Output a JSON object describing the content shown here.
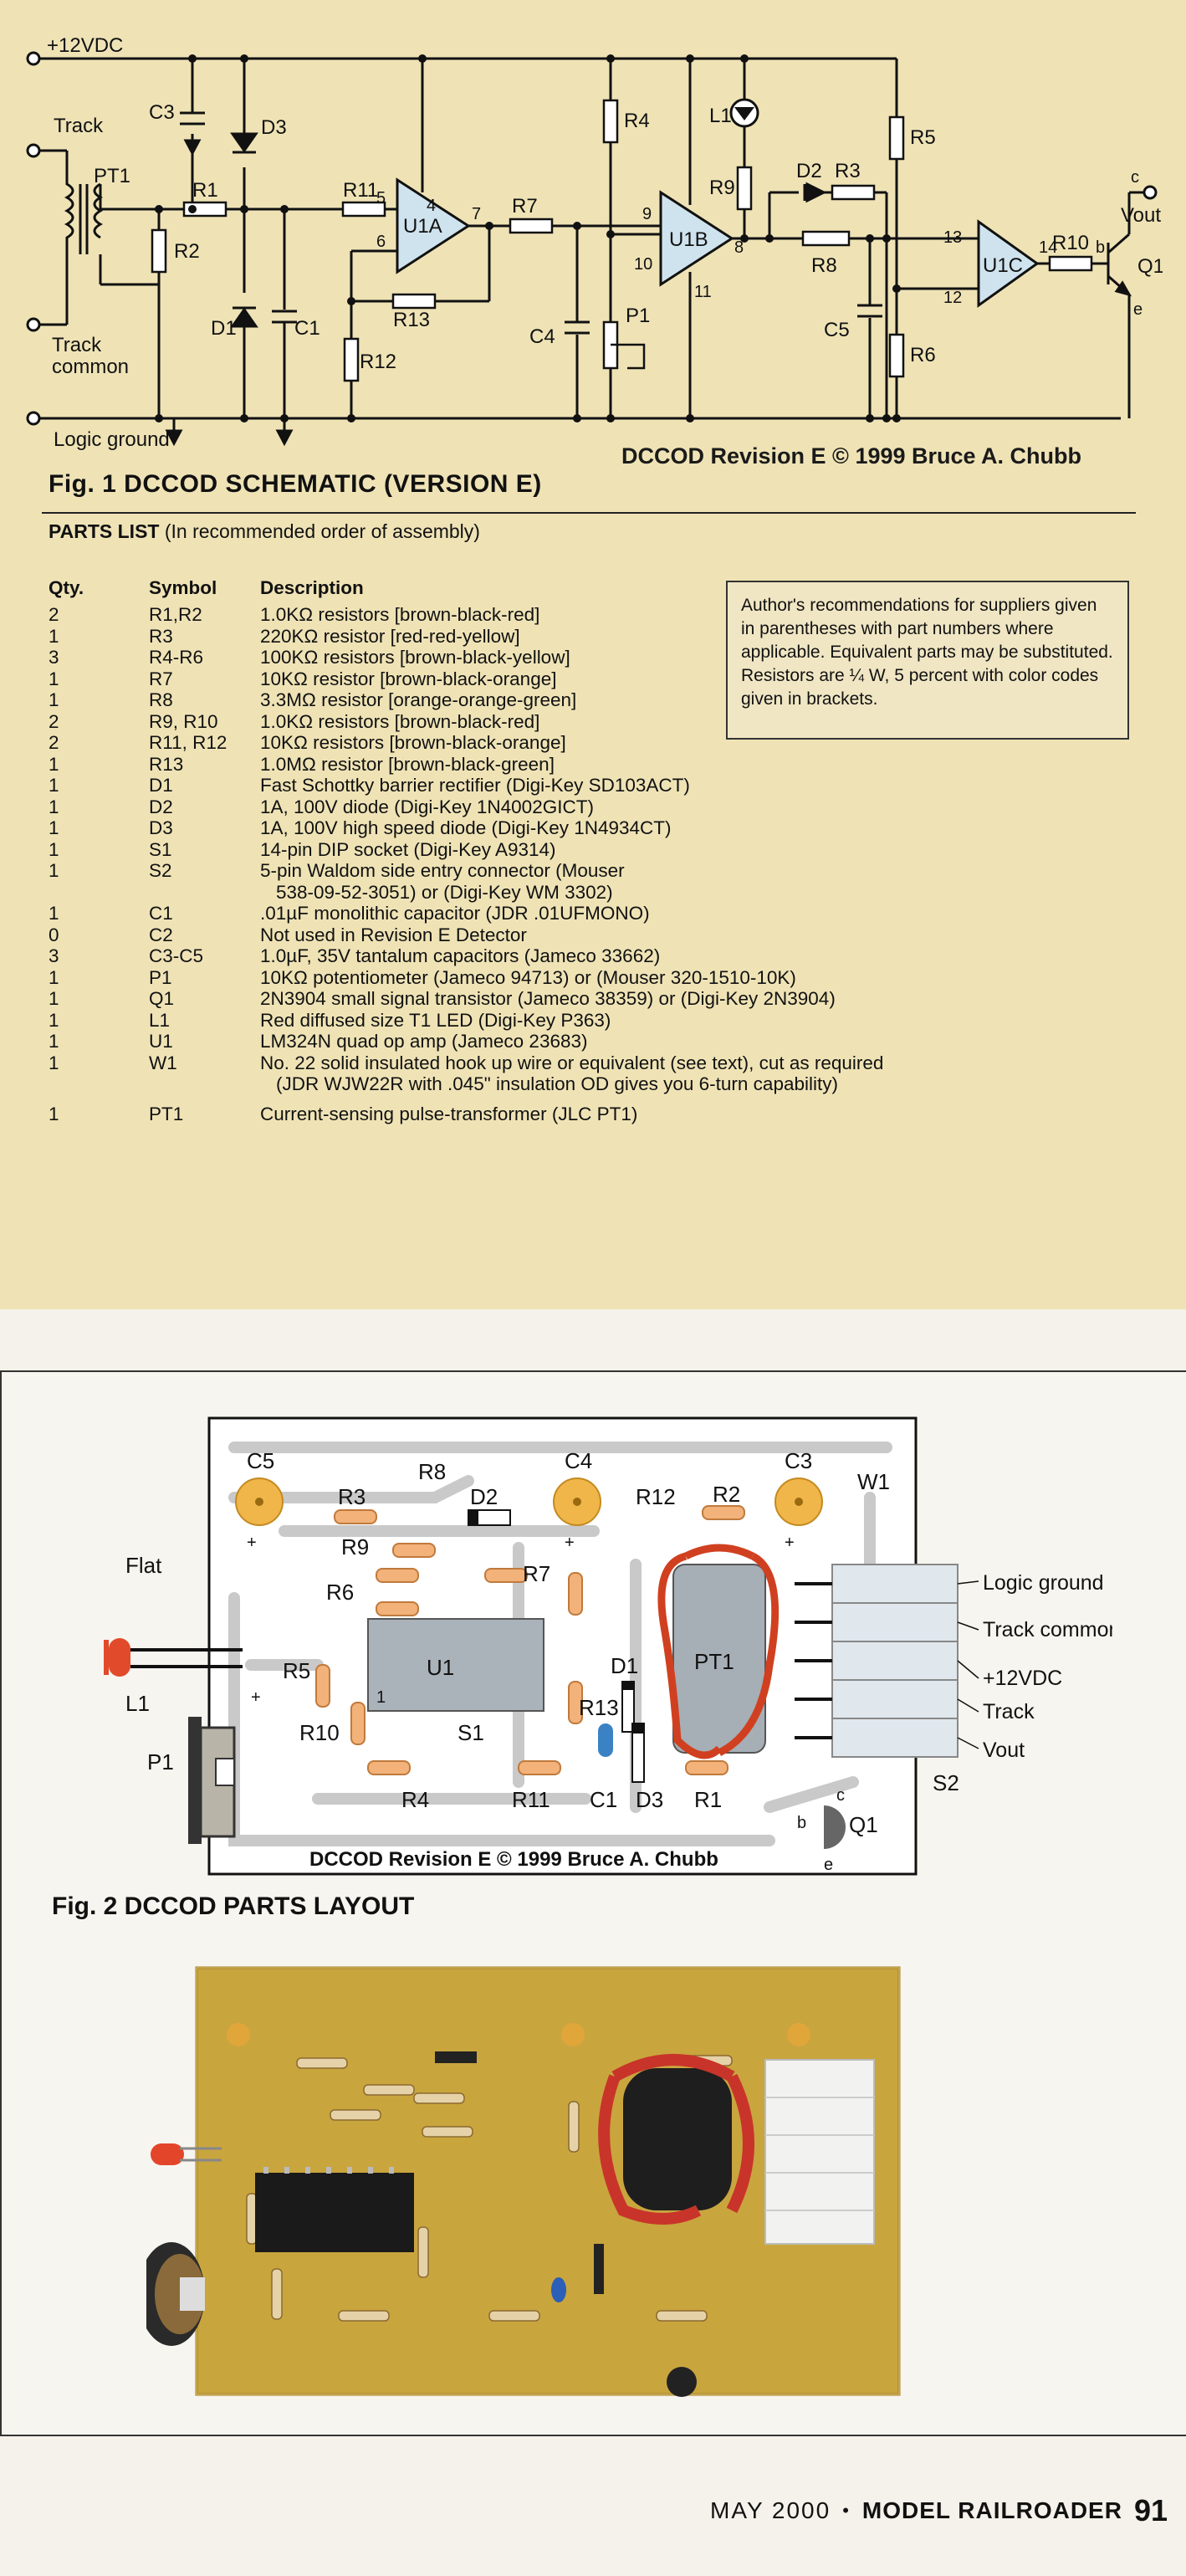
{
  "schematic": {
    "title": "Fig. 1 DCCOD SCHEMATIC (VERSION E)",
    "credit": "DCCOD   Revision E © 1999 Bruce A. Chubb",
    "labels": {
      "v12": "+12VDC",
      "track": "Track",
      "track_common": "Track",
      "track_common2": "common",
      "logic_ground": "Logic ground",
      "vout": "Vout",
      "pt1": "PT1",
      "r1": "R1",
      "r2": "R2",
      "c3": "C3",
      "d3": "D3",
      "d1": "D1",
      "c1": "C1",
      "r11": "R11",
      "u1a": "U1A",
      "r13": "R13",
      "r12": "R12",
      "r7": "R7",
      "c4": "C4",
      "r4": "R4",
      "p1": "P1",
      "u1b": "U1B",
      "l1": "L1",
      "r9": "R9",
      "d2": "D2",
      "r3": "R3",
      "r8": "R8",
      "c5": "C5",
      "r5": "R5",
      "r6": "R6",
      "u1c": "U1C",
      "r10": "R10",
      "q1": "Q1",
      "pin5": "5",
      "pin6": "6",
      "pin4": "4",
      "pin7": "7",
      "pin9": "9",
      "pin10": "10",
      "pin8": "8",
      "pin11": "11",
      "pin13": "13",
      "pin12": "12",
      "pin14": "14",
      "c": "c",
      "b": "b",
      "e": "e",
      "plus": "+",
      "minus": "−"
    }
  },
  "parts_list": {
    "heading_bold": "PARTS LIST",
    "heading_rest": " (In recommended order of assembly)",
    "columns": {
      "qty": "Qty.",
      "symbol": "Symbol",
      "description": "Description"
    },
    "rows": [
      {
        "qty": "2",
        "symbol": "R1,R2",
        "desc": "1.0KΩ resistors [brown-black-red]"
      },
      {
        "qty": "1",
        "symbol": "R3",
        "desc": "220KΩ resistor [red-red-yellow]"
      },
      {
        "qty": "3",
        "symbol": "R4-R6",
        "desc": "100KΩ resistors [brown-black-yellow]"
      },
      {
        "qty": "1",
        "symbol": "R7",
        "desc": "10KΩ resistor [brown-black-orange]"
      },
      {
        "qty": "1",
        "symbol": "R8",
        "desc": "3.3MΩ resistor [orange-orange-green]"
      },
      {
        "qty": "2",
        "symbol": "R9, R10",
        "desc": "1.0KΩ resistors [brown-black-red]"
      },
      {
        "qty": "2",
        "symbol": "R11, R12",
        "desc": "10KΩ resistors [brown-black-orange]"
      },
      {
        "qty": "1",
        "symbol": "R13",
        "desc": "1.0MΩ resistor [brown-black-green]"
      },
      {
        "qty": "1",
        "symbol": "D1",
        "desc": "Fast Schottky barrier rectifier (Digi-Key SD103ACT)"
      },
      {
        "qty": "1",
        "symbol": "D2",
        "desc": "1A, 100V diode (Digi-Key 1N4002GICT)"
      },
      {
        "qty": "1",
        "symbol": "D3",
        "desc": "1A, 100V high speed diode (Digi-Key 1N4934CT)"
      },
      {
        "qty": "1",
        "symbol": "S1",
        "desc": "14-pin DIP socket (Digi-Key A9314)"
      },
      {
        "qty": "1",
        "symbol": "S2",
        "desc": "5-pin Waldom side entry connector (Mouser",
        "cont": "538-09-52-3051) or (Digi-Key WM 3302)"
      },
      {
        "qty": "1",
        "symbol": "C1",
        "desc": ".01µF monolithic capacitor (JDR .01UFMONO)"
      },
      {
        "qty": "0",
        "symbol": "C2",
        "desc": "Not used in Revision E Detector"
      },
      {
        "qty": "3",
        "symbol": "C3-C5",
        "desc": "1.0µF, 35V tantalum capacitors (Jameco 33662)"
      },
      {
        "qty": "1",
        "symbol": "P1",
        "desc": "10KΩ potentiometer (Jameco 94713) or (Mouser 320-1510-10K)"
      },
      {
        "qty": "1",
        "symbol": "Q1",
        "desc": "2N3904 small signal transistor (Jameco 38359) or (Digi-Key 2N3904)"
      },
      {
        "qty": "1",
        "symbol": "L1",
        "desc": "Red diffused size T1 LED (Digi-Key P363)"
      },
      {
        "qty": "1",
        "symbol": "U1",
        "desc": "LM324N quad op amp (Jameco 23683)"
      },
      {
        "qty": "1",
        "symbol": "W1",
        "desc": "No. 22 solid insulated hook up wire or equivalent (see text), cut as required",
        "cont": "(JDR WJW22R with .045\" insulation OD gives you 6-turn capability)"
      },
      {
        "qty": "1",
        "symbol": "PT1",
        "desc": "Current-sensing pulse-transformer (JLC PT1)",
        "gap": true
      }
    ],
    "note": "Author's recommendations for suppliers given in parentheses with part numbers where applicable. Equivalent parts may be substituted. Resistors are ¼ W, 5 percent with color codes given in brackets."
  },
  "layout": {
    "title": "Fig. 2 DCCOD PARTS LAYOUT",
    "credit": "DCCOD Revision E © 1999 Bruce A. Chubb",
    "labels": {
      "c5": "C5",
      "c4": "C4",
      "c3": "C3",
      "r3": "R3",
      "r8": "R8",
      "d2": "D2",
      "r12": "R12",
      "r2": "R2",
      "w1": "W1",
      "r9": "R9",
      "r6": "R6",
      "r7": "R7",
      "flat": "Flat",
      "l1": "L1",
      "r5": "R5",
      "u1": "U1",
      "d1": "D1",
      "pt1": "PT1",
      "r13": "R13",
      "p1": "P1",
      "r10": "R10",
      "s1": "S1",
      "r4": "R4",
      "r11": "R11",
      "c1": "C1",
      "d3": "D3",
      "r1": "R1",
      "q1": "Q1",
      "b": "b",
      "c": "c",
      "e": "e",
      "s2": "S2",
      "pin1": "1",
      "plus": "+"
    },
    "connector": [
      "Logic ground",
      "Track common",
      "+12VDC",
      "Track",
      "Vout"
    ]
  },
  "footer": {
    "date": "MAY 2000",
    "bullet": "•",
    "magazine": "MODEL RAILROADER",
    "page": "91"
  }
}
